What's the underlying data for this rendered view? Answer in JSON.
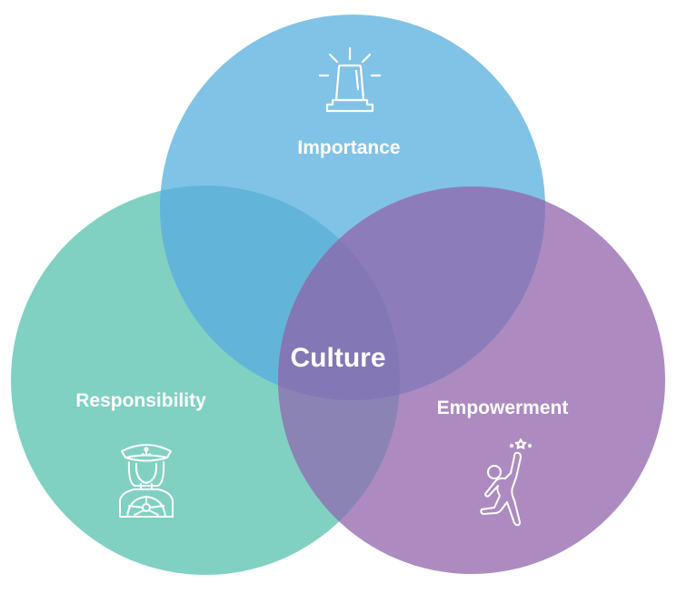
{
  "diagram": {
    "type": "venn-3",
    "center_label": "Culture",
    "circles": [
      {
        "id": "importance",
        "label": "Importance",
        "icon": "siren-alarm-icon",
        "color": "#80C3E6"
      },
      {
        "id": "responsibility",
        "label": "Responsibility",
        "icon": "captain-steering-wheel-icon",
        "color": "#80D1C2"
      },
      {
        "id": "empowerment",
        "label": "Empowerment",
        "icon": "jumping-person-reaching-star-icon",
        "color": "#AD8BC1"
      }
    ],
    "overlap_colors": {
      "importance_responsibility": "#62B5D8",
      "importance_empowerment": "#8C7DBA",
      "responsibility_empowerment": "#8B83B3",
      "all": "#8477B5"
    }
  }
}
